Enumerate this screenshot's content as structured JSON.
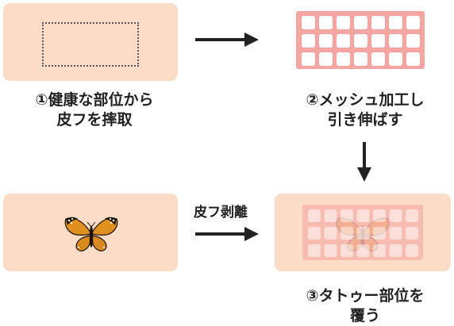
{
  "colors": {
    "skin_panel": "#fadcc7",
    "mesh_fill": "#f5a6a2",
    "mesh_hole": "#ffffff",
    "arrow": "#222222",
    "text": "#222222"
  },
  "steps": [
    {
      "label_line1": "①健康な部位から",
      "label_line2": "皮フを摔取"
    },
    {
      "label_line1": "②メッシュ加工し",
      "label_line2": "引き伸ばす"
    },
    {
      "label_line1": "③タトゥー部位を",
      "label_line2": "覆う"
    }
  ],
  "arrow_caption": "皮フ剥離",
  "icons": {
    "tattoo": "butterfly-icon",
    "right_arrow": "right-arrow-icon",
    "down_arrow": "down-arrow-icon"
  }
}
